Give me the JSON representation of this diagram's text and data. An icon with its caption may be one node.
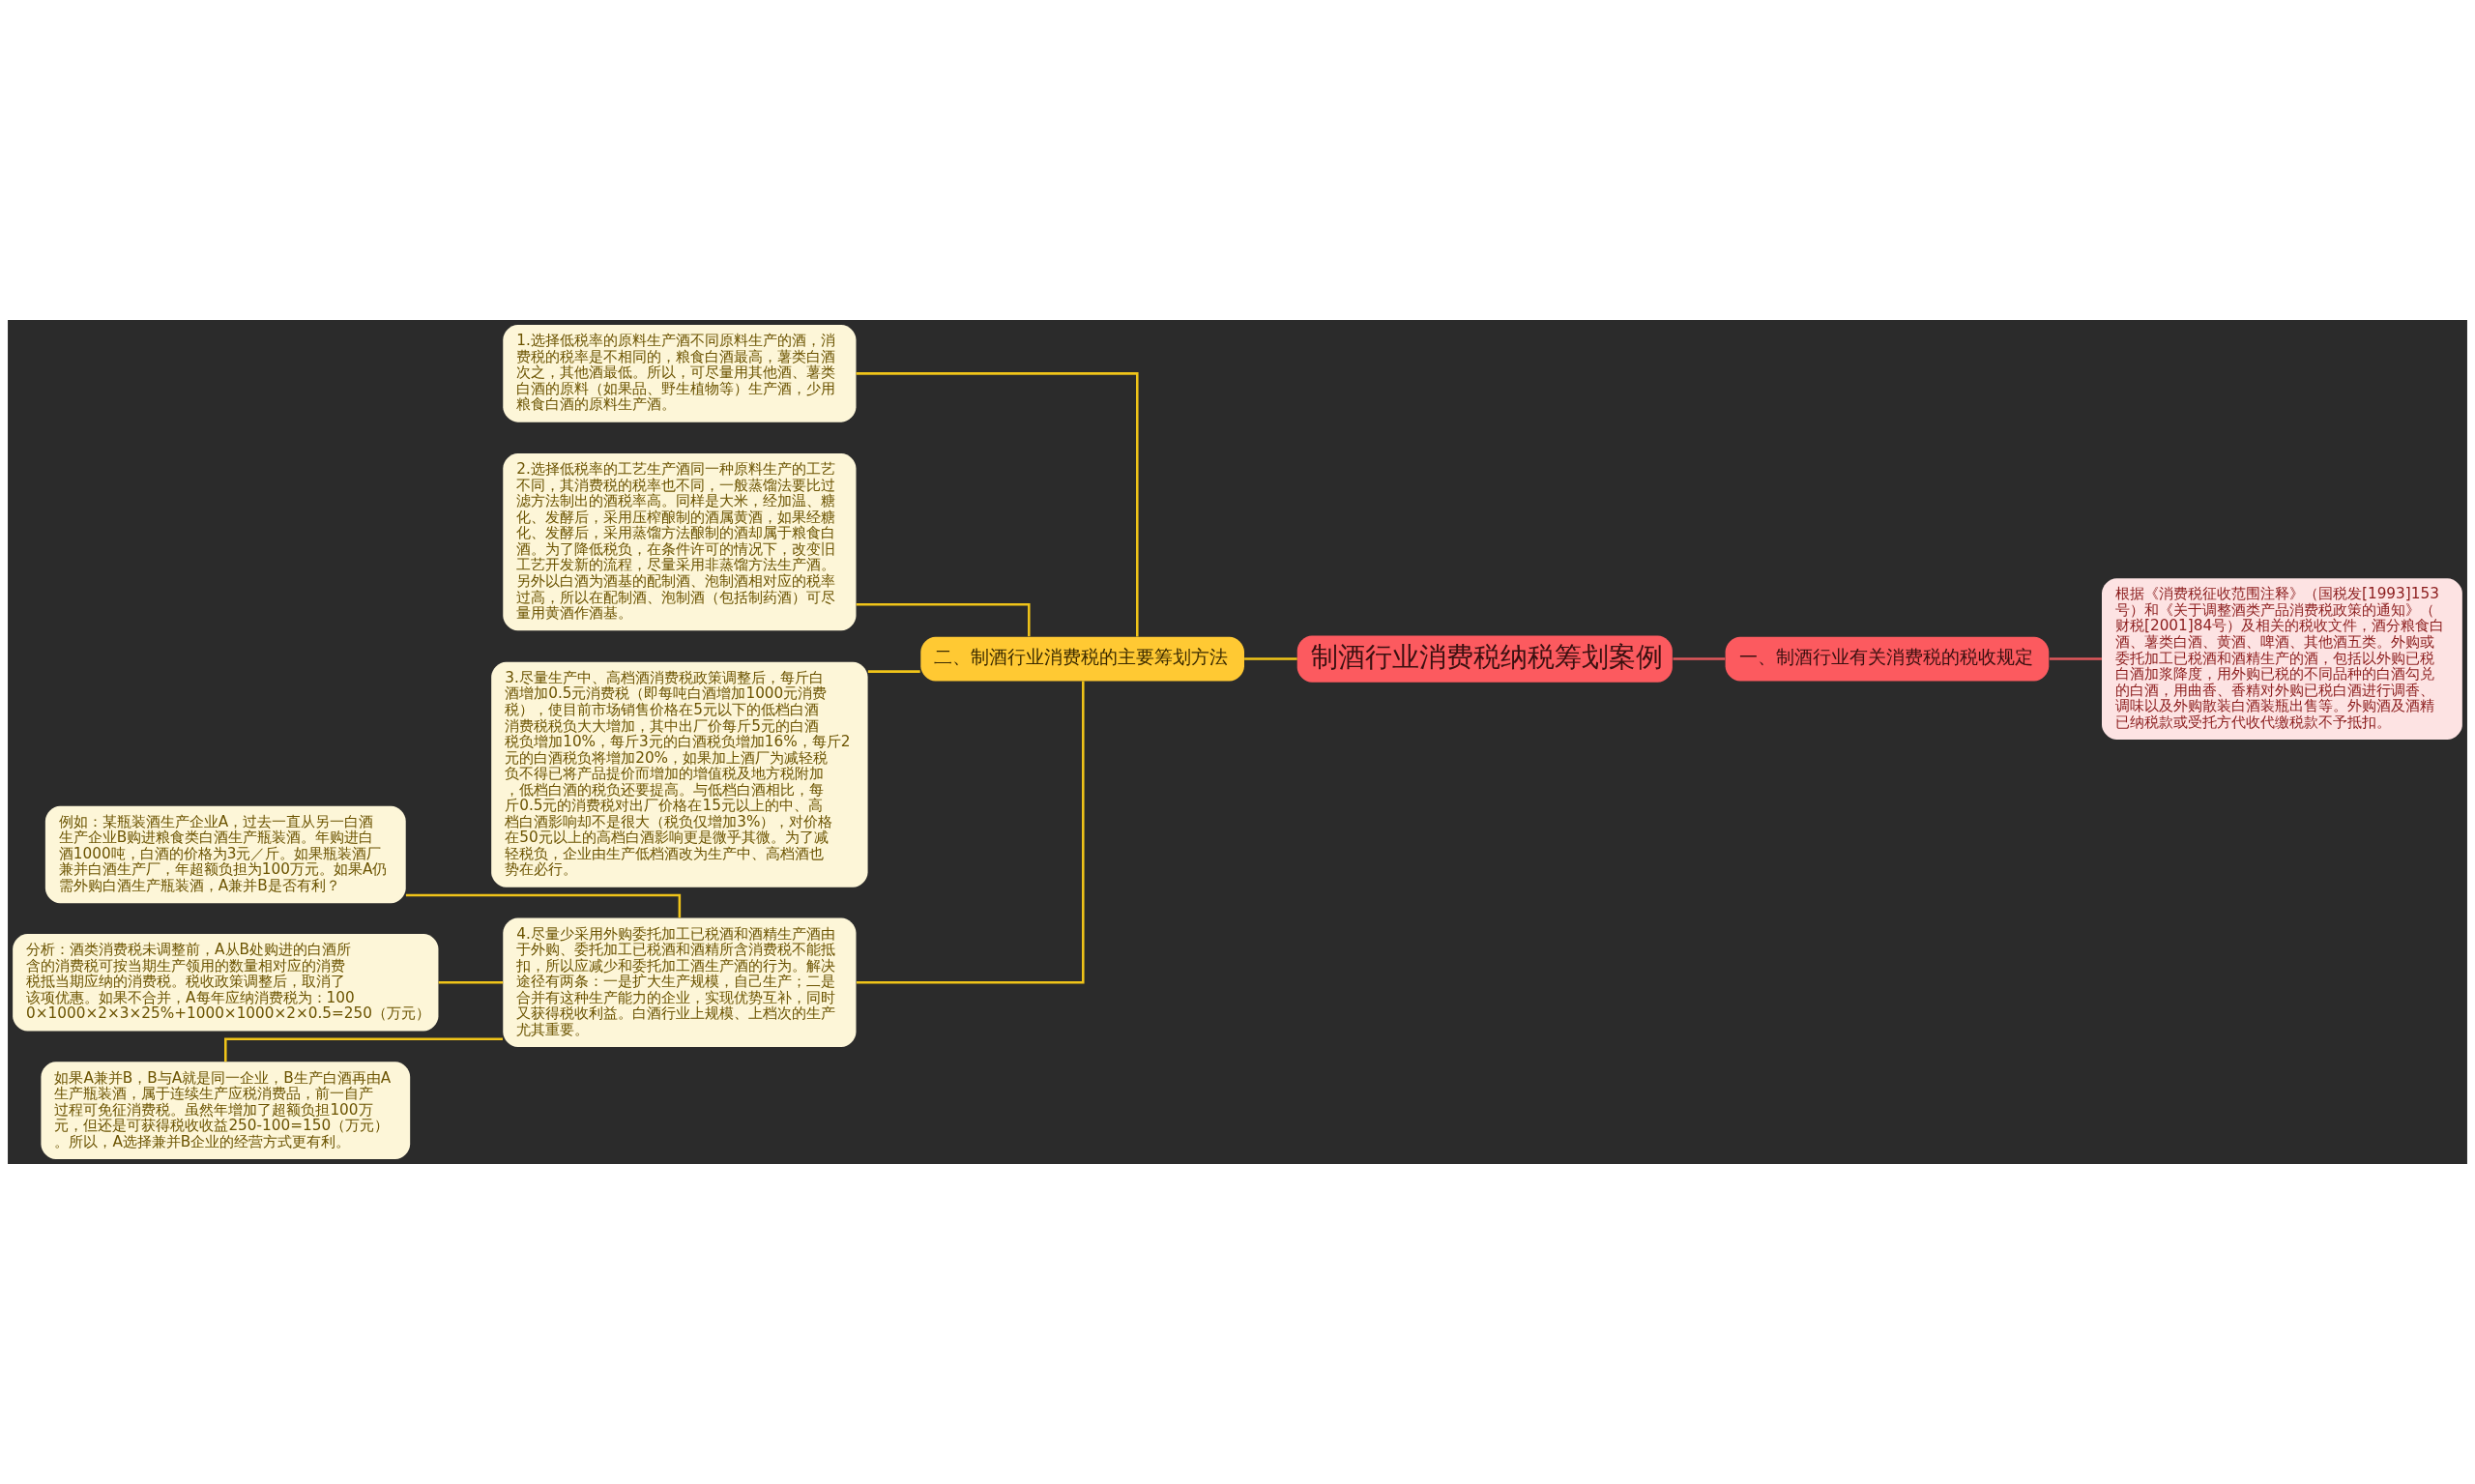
{
  "diagram": {
    "nodes": [
      {
        "text": [
          "制酒行业消费税纳税筹划案例"
        ]
      },
      {
        "text": [
          "一、制酒行业有关消费税的税收规定"
        ]
      },
      {
        "text": [
          "根据《消费税征收范围注释》（国税发[1993]153号）和《关于调整酒类产品消费税政策的通知》（财税[2001]84号）及相关的税收文件，酒分粮食白酒、薯类白酒、黄酒、啤酒、其他酒五类。外购或委托加工已税酒和酒精生产的酒，包括以外购已税白酒加浆降度，用外购已税的不同品种的白酒勾兑的白酒，用曲香、香精对外购已税白酒进行调香、调味以及外购散装白酒装瓶出售等。外购酒及酒精已纳税款或受托方代收代缴税款不予抵扣。"
        ]
      },
      {
        "text": [
          "二、制酒行业消费税的主要筹划方法"
        ]
      },
      {
        "text": [
          "1.选择低税率的原料生产酒不同原料生产的酒，消费税的税率是不相同的，粮食白酒最高，薯类白酒次之，其他酒最低。所以，可尽量用其他酒、薯类白酒的原料（如果品、野生植物等）生产酒，少用粮食白酒的原料生产酒。"
        ]
      },
      {
        "text": [
          "2.选择低税率的工艺生产酒同一种原料生产的工艺不同，其消费税的税率也不同，一般蒸馏法要比过滤方法制出的酒税率高。同样是大米，经加温、糖化、发酵后，采用压榨酿制的酒属黄酒，如果经糖化、发酵后，采用蒸馏方法酿制的酒却属于粮食白酒。为了降低税负，在条件许可的情况下，改变旧工艺开发新的流程，尽量采用非蒸馏方法生产酒。另外以白酒为酒基的配制酒、泡制酒相对应的税率过高，所以在配制酒、泡制酒（包括制药酒）可尽量用黄酒作酒基。"
        ]
      },
      {
        "text": [
          "3.尽量生产中、高档酒消费税政策调整后，每斤白酒增加0.5元消费税（即每吨白酒增加1000元消费税），使目前市场销售价格在5元以下的低档白酒消费税税负大大增加，其中出厂价每斤5元的白酒税负增加10%，每斤3元的白酒税负增加16%，每斤2元的白酒税负将增加20%，如果加上酒厂为减轻税负不得已将产品提价而增加的增值税及地方税附加，低档白酒的税负还要提高。与低档白酒相比，每斤0.5元的消费税对出厂价格在15元以上的中、高档白酒影响却不是很大（税负仅增加3%），对价格在50元以上的高档白酒影响更是微乎其微。为了减轻税负，企业由生产低档酒改为生产中、高档酒也势在必行。"
        ]
      },
      {
        "text": [
          "4.尽量少采用外购委托加工已税酒和酒精生产酒由于外购、委托加工已税酒和酒精所含消费税不能抵扣，所以应减少和委托加工酒生产酒的行为。解决途径有两条：一是扩大生产规模，自己生产；二是合并有这种生产能力的企业，实现优势互补，同时又获得税收利益。白酒行业上规模、上档次的生产尤其重要。"
        ]
      },
      {
        "text": [
          "例如：某瓶装酒生产企业A，过去一直从另一白酒生产企业B购进粮食类白酒生产瓶装酒。年购进白酒1000吨，白酒的价格为3元／斤。如果瓶装酒厂兼并白酒生产厂，年超额负担为100万元。如果A仍需外购白酒生产瓶装酒，A兼并B是否有利？"
        ]
      },
      {
        "text": [
          "分析：酒类消费税未调整前，A从B处购进的白酒所含的消费税可按当期生产领用的数量相对应的消费税抵当期应纳的消费税。税收政策调整后，取消了该项优惠。如果不合并，A每年应纳消费税为：1000×1000×2×3×25%+1000×1000×2×0.5=250（万元）"
        ]
      },
      {
        "text": [
          "如果A兼并B，B与A就是同一企业，B生产白酒再由A生产瓶装酒，属于连续生产应税消费品，前一自产过程可免征消费税。虽然年增加了超额负担100万元，但还是可获得税收收益250-100=150（万元）。所以，A选择兼并B企业的经营方式更有利。"
        ]
      }
    ],
    "edges": [
      {
        "from": 0,
        "to": 1,
        "arrow": "none",
        "color": "#e0575b"
      },
      {
        "from": 1,
        "to": 2,
        "arrow": "none",
        "color": "#e0575b"
      },
      {
        "from": 0,
        "to": 3,
        "arrow": "none"
      },
      {
        "from": 3,
        "to": 4,
        "arrow": "none"
      },
      {
        "from": 3,
        "to": 5,
        "arrow": "none"
      },
      {
        "from": 3,
        "to": 6,
        "arrow": "none"
      },
      {
        "from": 3,
        "to": 7,
        "arrow": "none"
      },
      {
        "from": 7,
        "to": 8,
        "arrow": "none"
      },
      {
        "from": 7,
        "to": 9,
        "arrow": "none"
      },
      {
        "from": 7,
        "to": 10,
        "arrow": "none"
      }
    ]
  }
}
